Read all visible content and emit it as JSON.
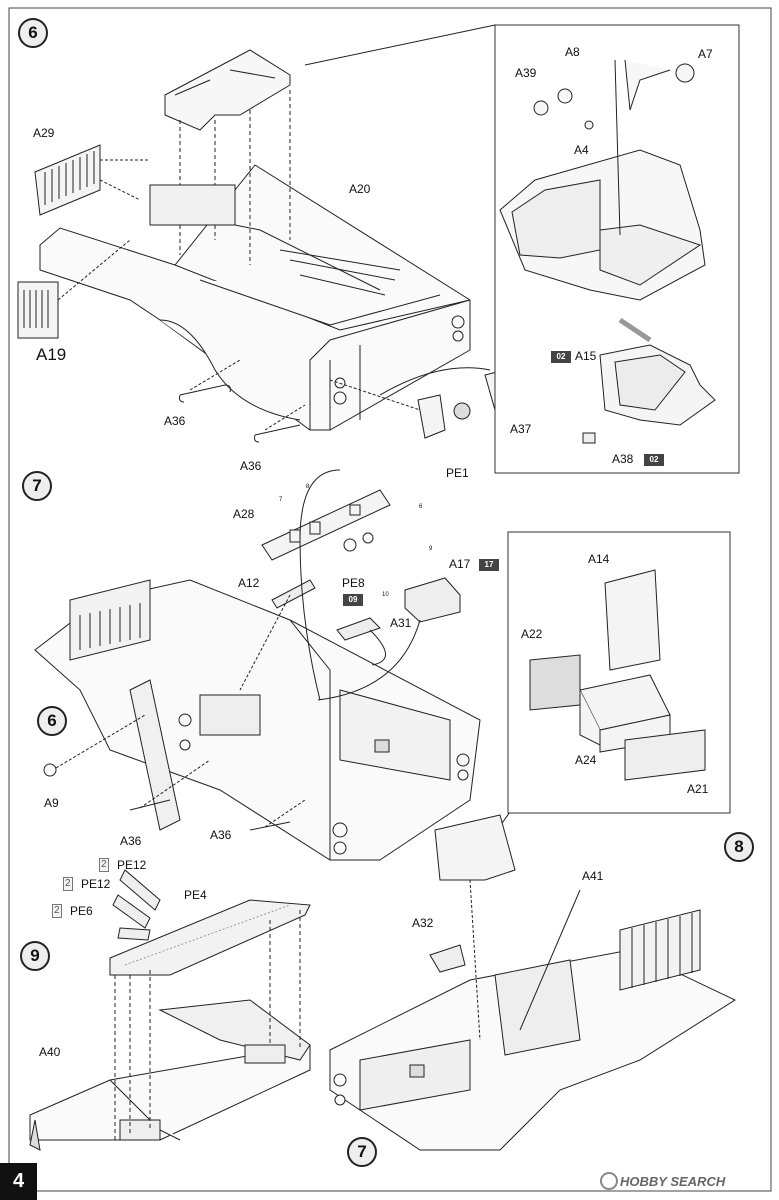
{
  "page_number": "4",
  "watermark": "HOBBY SEARCH",
  "steps": {
    "s6": "6",
    "s7": "7",
    "s8": "8",
    "s9": "9",
    "ref6": "6",
    "ref7": "7"
  },
  "step6": {
    "A29": "A29",
    "A20": "A20",
    "A19": "A19",
    "A36a": "A36",
    "A36b": "A36",
    "PE1": "PE1",
    "A37": "A37",
    "inset": {
      "A39": "A39",
      "A8": "A8",
      "A7": "A7",
      "A4": "A4",
      "A15": "A15",
      "A38": "A38",
      "ref_a15": "02",
      "ref_a38": "02"
    }
  },
  "step7": {
    "A28": "A28",
    "A12": "A12",
    "PE8": "PE8",
    "ref_pe8": "09",
    "A17": "A17",
    "ref_a17": "17",
    "A31": "A31",
    "A9": "A9",
    "A36a": "A36",
    "A36b": "A36",
    "n7": "7",
    "n8": "8",
    "n6": "6",
    "n9": "9",
    "n10": "10",
    "inset": {
      "A14": "A14",
      "A22": "A22",
      "A24": "A24",
      "A21": "A21"
    }
  },
  "step8": {
    "A41": "A41",
    "A32": "A32"
  },
  "step9": {
    "PE12a": "PE12",
    "PE12b": "PE12",
    "PE6": "PE6",
    "PE4": "PE4",
    "A40": "A40",
    "cnt_a": "2",
    "cnt_b": "2",
    "cnt_c": "2"
  }
}
